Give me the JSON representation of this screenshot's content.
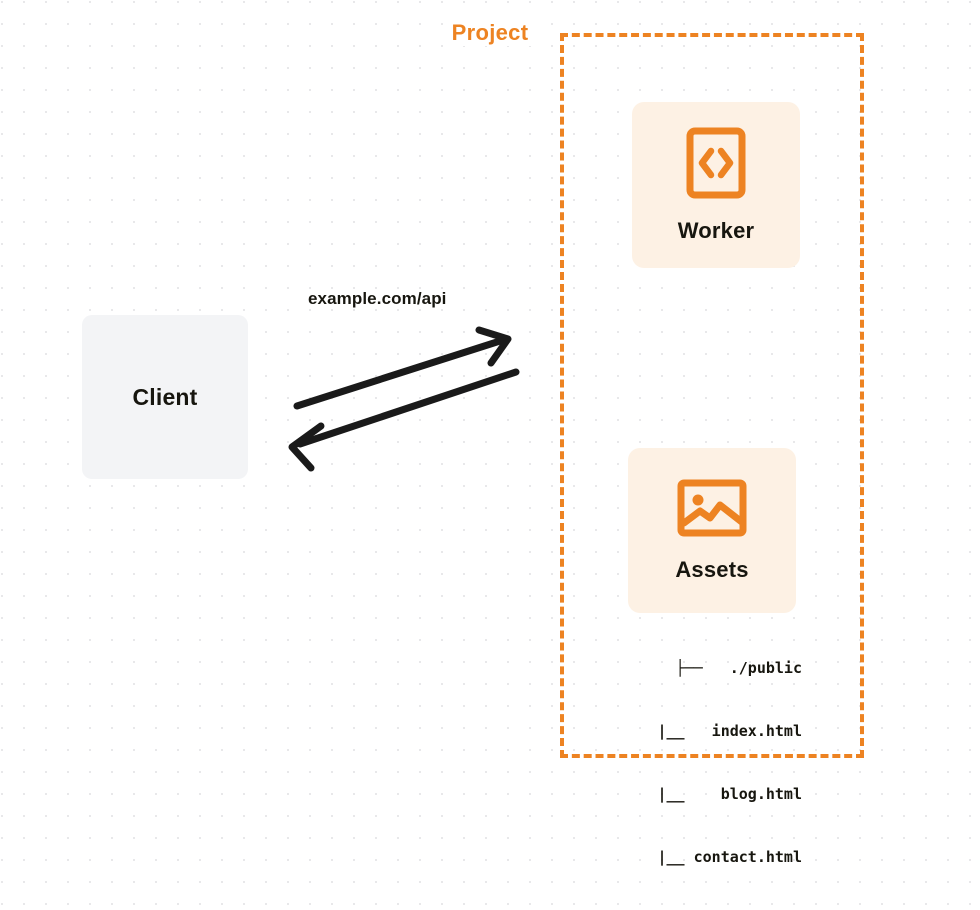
{
  "diagram": {
    "title": "Project architecture diagram",
    "background": {
      "color": "#ffffff",
      "dot_color": "#e8e8ea"
    }
  },
  "client": {
    "label": "Client",
    "bg_color": "#f3f4f6",
    "text_color": "#17160f"
  },
  "connection": {
    "label": "example.com/api",
    "color": "#1a1a1a",
    "request_direction": "client-to-project",
    "response_direction": "project-to-client"
  },
  "project": {
    "title": "Project",
    "border_color": "#ed8322",
    "border_style": "dashed",
    "services": [
      {
        "label": "Worker",
        "icon": "code-brackets-icon",
        "bg_color": "#fdf1e4",
        "icon_color": "#ed8322"
      },
      {
        "label": "Assets",
        "icon": "image-icon",
        "bg_color": "#fdf1e4",
        "icon_color": "#ed8322"
      }
    ],
    "file_tree": [
      "├──   ./public",
      "  |__   index.html",
      "  |__    blog.html",
      "  |__ contact.html"
    ]
  }
}
